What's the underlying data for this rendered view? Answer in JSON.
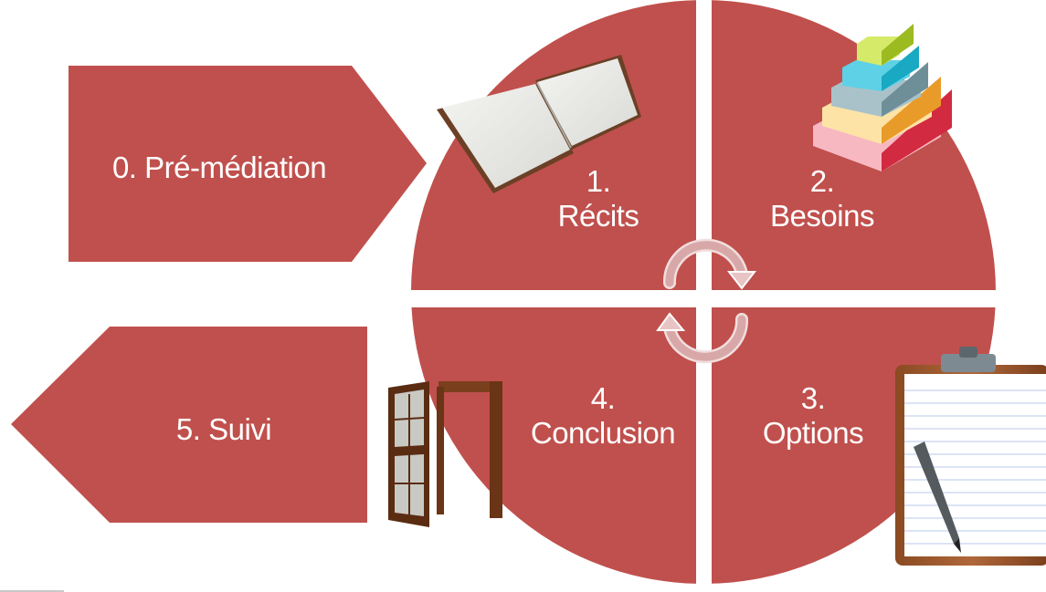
{
  "colors": {
    "shape_fill": "#c0504d",
    "text": "#ffffff",
    "background": "#ffffff",
    "cycle_arrow": "#d8a8a8"
  },
  "steps": {
    "pre_mediation": "0. Pré-médiation",
    "recits": {
      "number": "1.",
      "label": "Récits"
    },
    "besoins": {
      "number": "2.",
      "label": "Besoins"
    },
    "options": {
      "number": "3.",
      "label": "Options"
    },
    "conclusion": {
      "number": "4.",
      "label": "Conclusion"
    },
    "suivi": "5. Suivi"
  },
  "icons": {
    "recits": "open-book-icon",
    "besoins": "stacked-layers-icon",
    "options": "clipboard-checklist-icon",
    "conclusion": "open-door-icon",
    "cycle": "circular-arrows-icon"
  }
}
